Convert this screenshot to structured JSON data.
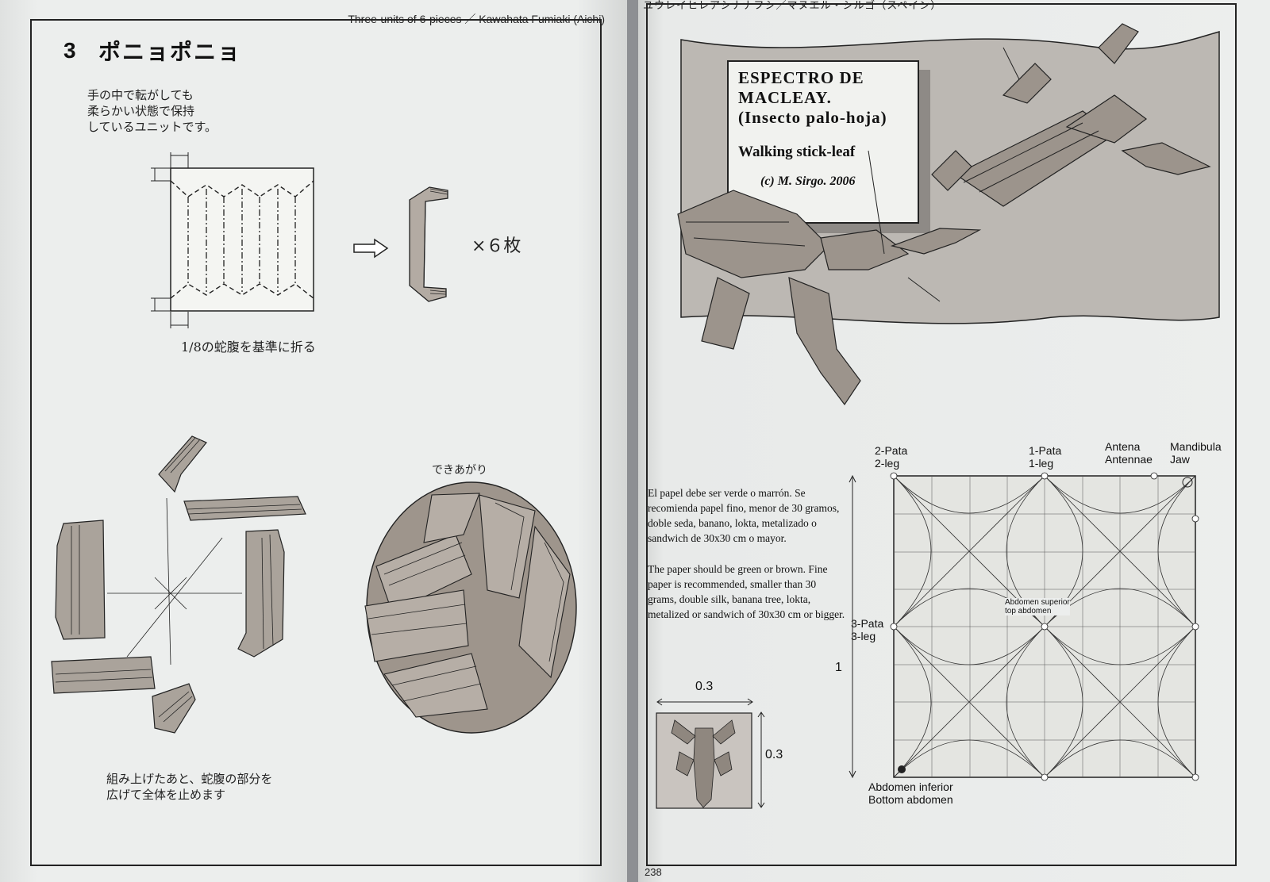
{
  "left_page": {
    "header": "Three-units of 6-pieces ／ Kawahata Fumiaki (Aichi)",
    "section_number": "3",
    "section_title": "ポニョポニョ",
    "description": [
      "手の中で転がしても",
      "柔らかい状態で保持",
      "しているユニットです。"
    ],
    "unit_count": "×６枚",
    "step1_caption": "1/8の蛇腹を基準に折る",
    "finished_label": "できあがり",
    "assembly_caption": [
      "組み上げたあと、蛇腹の部分を",
      "広げて全体を止めます"
    ]
  },
  "right_page": {
    "header": "ユウレイヒレアシナナフシ／マヌエル・シルゴ（スペイン）",
    "title_card": {
      "title": [
        "ESPECTRO DE",
        "MACLEAY.",
        "(Insecto palo-hoja)"
      ],
      "subtitle": "Walking stick-leaf",
      "credit": "(c) M. Sirgo. 2006"
    },
    "paper_note_es": "El papel debe ser verde o marrón. Se recomienda papel fino, menor de 30 gramos, doble seda, banano, lokta, metalizado o sandwich de 30x30 cm o mayor.",
    "paper_note_en": "The paper should be green or brown. Fine paper is recommended, smaller than 30 grams, double silk, banana tree, lokta, metalized or sandwich of 30x30 cm or bigger.",
    "cp_labels": {
      "leg2": [
        "2-Pata",
        "2-leg"
      ],
      "leg1": [
        "1-Pata",
        "1-leg"
      ],
      "antenna": [
        "Antena",
        "Antennae"
      ],
      "jaw": [
        "Mandibula",
        "Jaw"
      ],
      "abdomen_top": [
        "Abdomen superior",
        "top abdomen"
      ],
      "leg3": [
        "3-Pata",
        "3-leg"
      ],
      "abdomen_bottom": [
        "Abdomen inferior",
        "Bottom abdomen"
      ],
      "side_dimension": "1"
    },
    "base_dims": {
      "width": "0.3",
      "height": "0.3"
    },
    "page_number": "238"
  }
}
